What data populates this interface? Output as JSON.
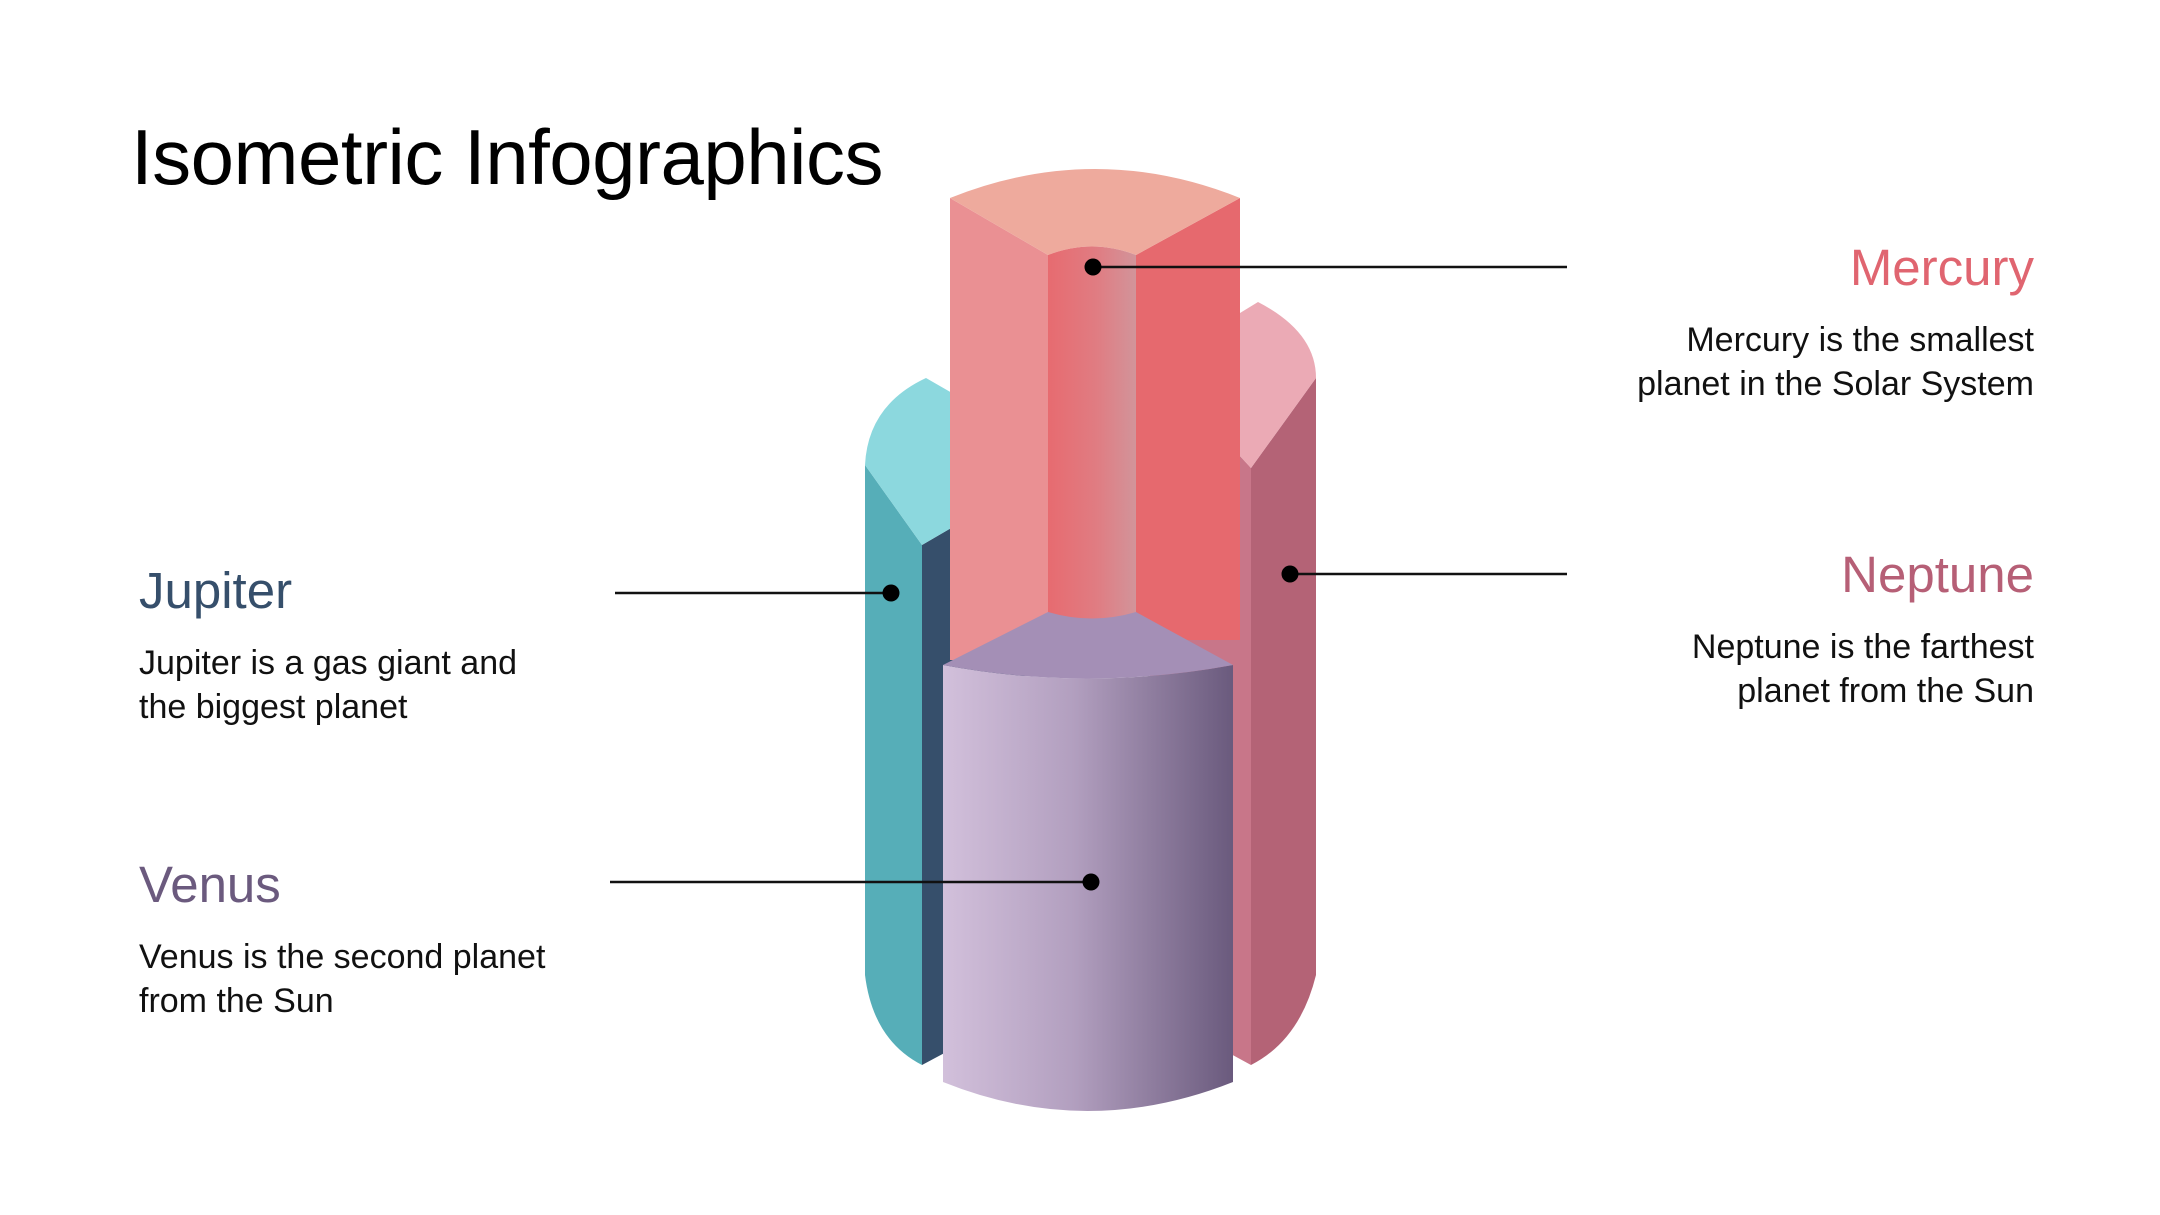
{
  "title": "Isometric Infographics",
  "colors": {
    "mercury": "#e06570",
    "neptune": "#b65f76",
    "jupiter": "#364f6b",
    "venus": "#6b5a7e",
    "teal": "#56aeb8",
    "lavender": "#cdb7d6"
  },
  "items": [
    {
      "key": "mercury",
      "name": "Mercury",
      "description_lines": [
        "Mercury is the smallest",
        "planet in the Solar System"
      ]
    },
    {
      "key": "neptune",
      "name": "Neptune",
      "description_lines": [
        "Neptune is the farthest",
        "planet from the Sun"
      ]
    },
    {
      "key": "jupiter",
      "name": "Jupiter",
      "description_lines": [
        "Jupiter is a gas giant and",
        "the biggest planet"
      ]
    },
    {
      "key": "venus",
      "name": "Venus",
      "description_lines": [
        "Venus is the second planet",
        "from the Sun"
      ]
    }
  ]
}
